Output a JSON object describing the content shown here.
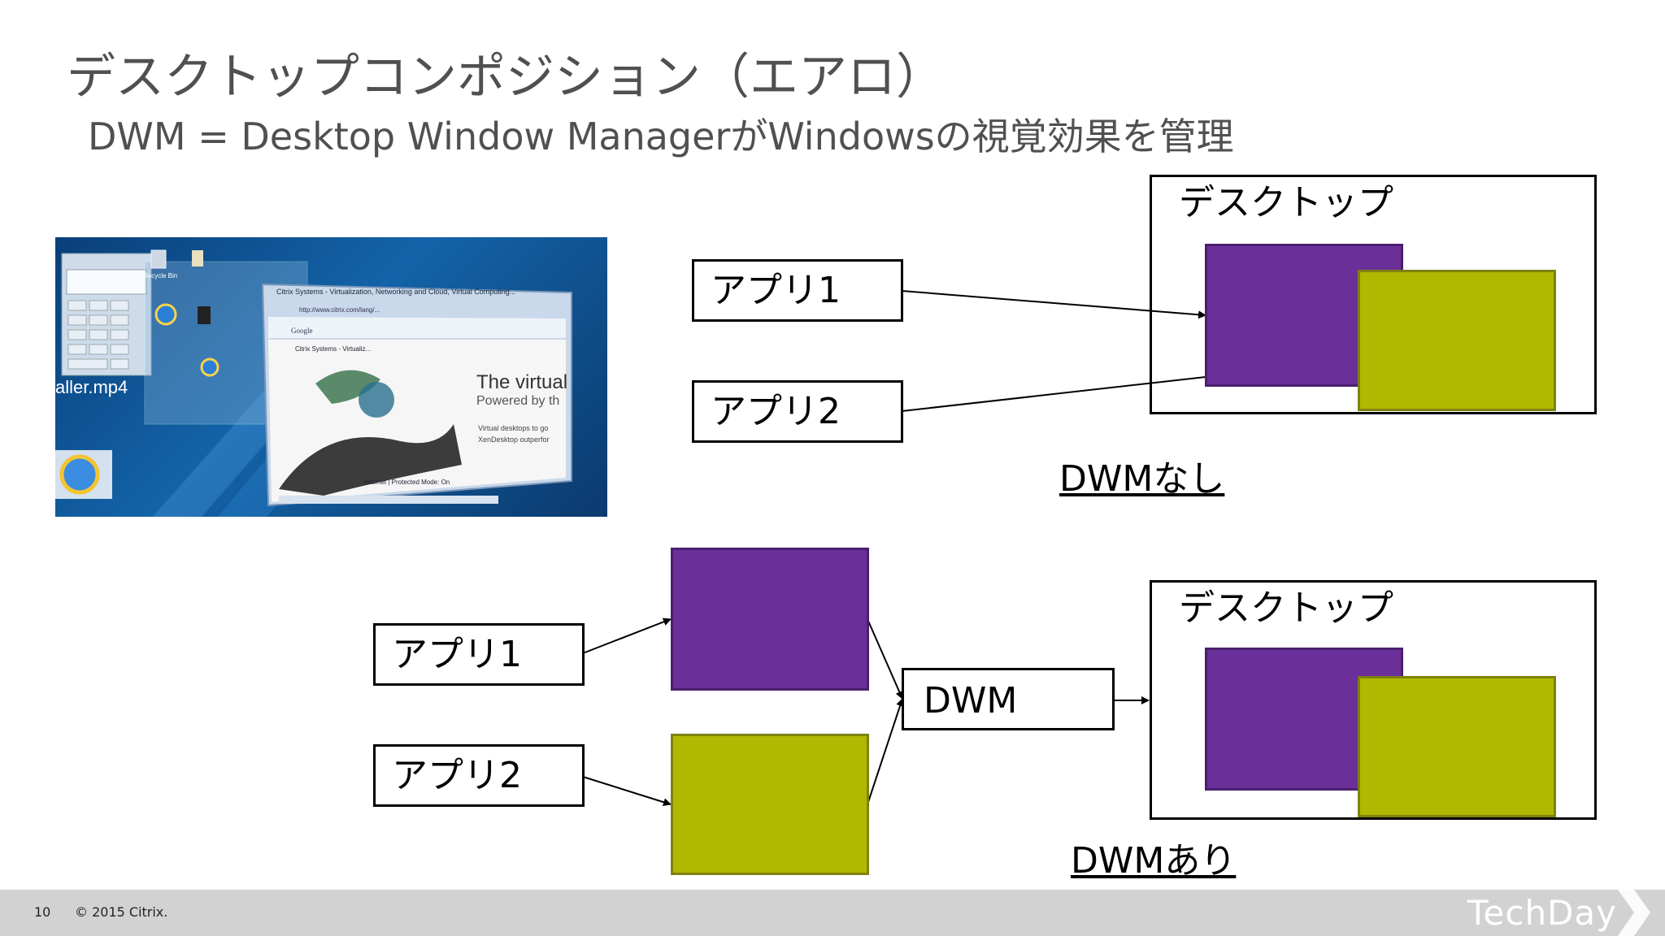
{
  "slide": {
    "title": "デスクトップコンポジション（エアロ）",
    "subtitle": "DWM = Desktop Window ManagerがWindowsの視覚効果を管理"
  },
  "screenshot": {
    "browser_title": "Citrix Systems - Virtualization, Networking and Cloud, Virtual Computing...",
    "search_engine": "Google",
    "tab": "Citrix Systems - Virtualiz...",
    "url": "http://www.citrix.com/lang/...",
    "headline": "The virtual",
    "subheadline": "Powered by th",
    "body1": "Virtual desktops to go",
    "body2": "XenDesktop outperfor",
    "status": "Internet | Protected Mode: On",
    "desktop_file": "aller.mp4",
    "recycle_bin": "Recycle Bin"
  },
  "diagram_top": {
    "app1": "アプリ1",
    "app2": "アプリ2",
    "desktop": "デスクトップ",
    "caption": "DWMなし"
  },
  "diagram_bottom": {
    "app1": "アプリ1",
    "app2": "アプリ2",
    "dwm": "DWM",
    "desktop": "デスクトップ",
    "caption": "DWMあり"
  },
  "colors": {
    "purple": "#6b2f9a",
    "olive": "#b2b800",
    "title_gray": "#505050",
    "footer_gray": "#d2d2d2"
  },
  "footer": {
    "page": "10",
    "copyright": "© 2015 Citrix.",
    "brand": "TechDay"
  }
}
